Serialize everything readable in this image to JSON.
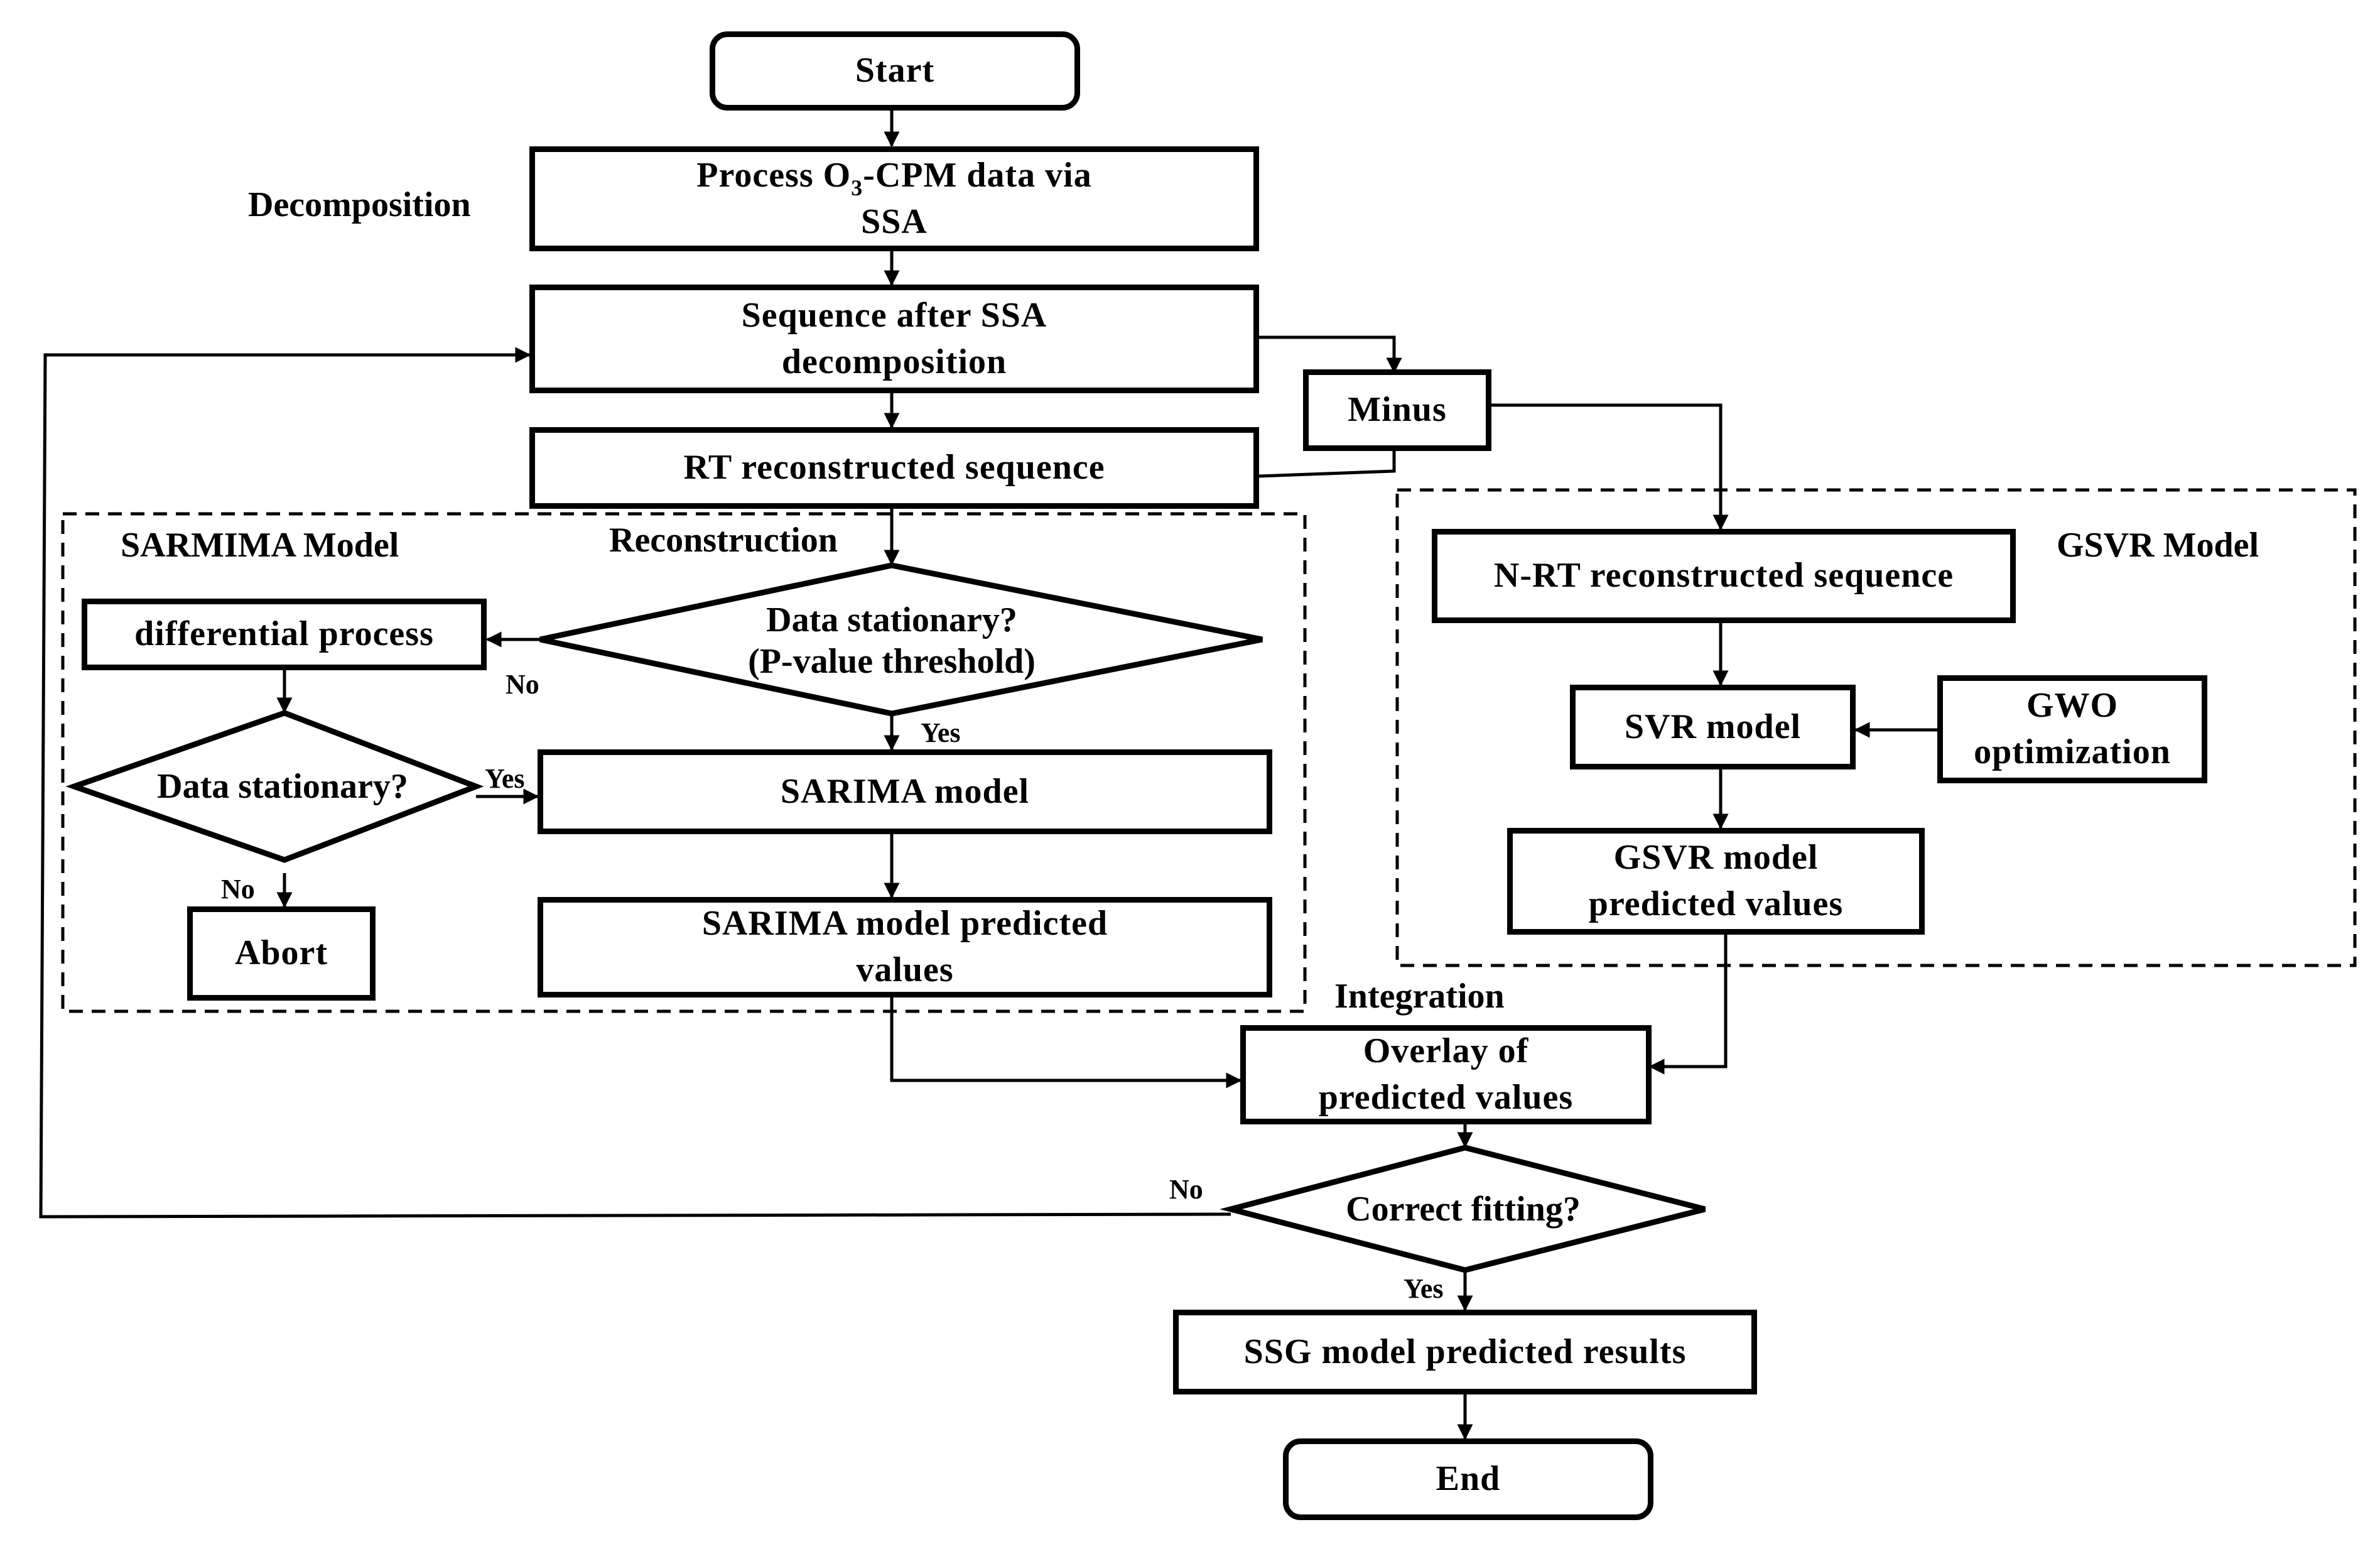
{
  "nodes": {
    "start": "Start",
    "process_o3": {
      "pre": "Process O",
      "sub": "3",
      "post": "-CPM data via",
      "line2": "SSA"
    },
    "sequence_after_ssa": [
      "Sequence after SSA",
      "decomposition"
    ],
    "rt_sequence": "RT reconstructed sequence",
    "minus": "Minus",
    "data_stationary_pvalue": [
      "Data stationary?",
      "(P-value threshold)"
    ],
    "differential_process": "differential process",
    "data_stationary": "Data stationary?",
    "sarima_model": "SARIMA model",
    "abort": "Abort",
    "sarima_predicted": [
      "SARIMA model predicted",
      "values"
    ],
    "nrt_sequence": "N-RT reconstructed sequence",
    "svr_model": "SVR model",
    "gwo_optimization": [
      "GWO",
      "optimization"
    ],
    "gsvr_predicted": [
      "GSVR model",
      "predicted values"
    ],
    "overlay": [
      "Overlay of",
      "predicted values"
    ],
    "correct_fitting": "Correct fitting?",
    "ssg_results": "SSG model predicted results",
    "end": "End"
  },
  "labels": {
    "decomposition": "Decomposition",
    "reconstruction": "Reconstruction",
    "sarmima_model": "SARMIMA Model",
    "gsvr_model": "GSVR Model",
    "integration": "Integration",
    "no_diff": "No",
    "yes_stationary": "Yes",
    "yes_second": "Yes",
    "no_abort": "No",
    "no_fitting": "No",
    "yes_fitting": "Yes"
  }
}
